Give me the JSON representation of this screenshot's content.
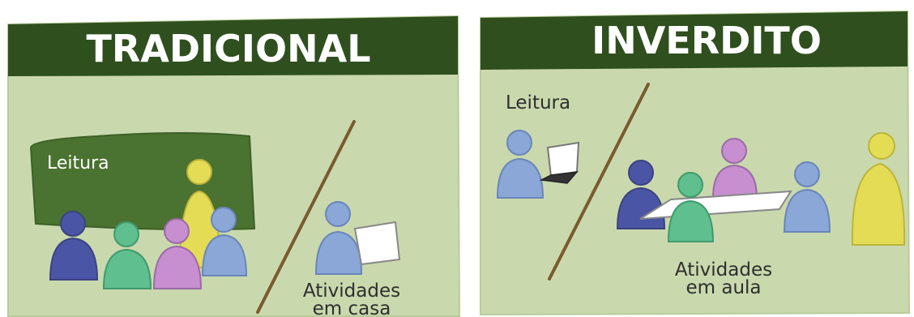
{
  "colors": {
    "banner": "#2f4f1e",
    "panel_bg": "#c9d9ad",
    "panel_border": "#b8cc9a",
    "board": "#4a7230",
    "line": "#7a5a2e",
    "dark_blue": "#4b55a5",
    "light_blue": "#8aa7d8",
    "green": "#5fbf8f",
    "purple": "#c78fd0",
    "yellow": "#e5dc55",
    "paper": "#ffffff"
  },
  "left_panel": {
    "title": "TRADICIONAL",
    "board_label": "Leitura",
    "bottom_label_line1": "Atividades",
    "bottom_label_line2": "em casa"
  },
  "right_panel": {
    "title": "INVERDITO",
    "top_label": "Leitura",
    "bottom_label_line1": "Atividades",
    "bottom_label_line2": "em aula"
  },
  "icons": {
    "person": "person-icon",
    "laptop": "laptop-icon",
    "paper": "paper-sheet-icon",
    "board": "chalkboard-icon"
  }
}
